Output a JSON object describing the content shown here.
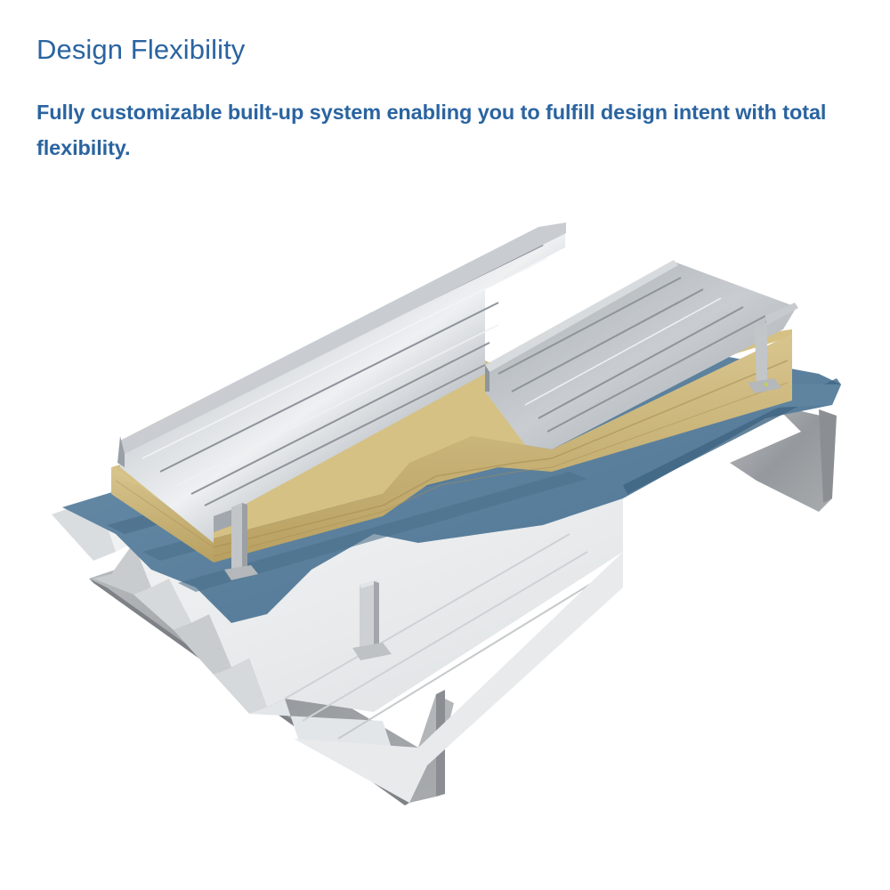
{
  "header": {
    "title": "Design Flexibility",
    "description": "Fully customizable built-up system enabling you to fulfill design intent with total flexibility."
  },
  "illustration": {
    "subject": "built-up standing seam metal roof system",
    "layers": [
      "standing-seam-metal-panels",
      "mineral-wool-insulation",
      "blue-vapor-membrane",
      "white-liner-deck",
      "halter-clips",
      "galvanized-z-purlins"
    ],
    "colors": {
      "text": "#2a64a0",
      "metal_panel": "#b9bec4",
      "metal_panel_highlight": "#e6e9ec",
      "metal_panel_shadow": "#8d939a",
      "insulation": "#cdb77a",
      "insulation_side": "#b89d5c",
      "membrane": "#5a7f9c",
      "membrane_dark": "#43677f",
      "liner_deck": "#eceeef",
      "liner_shadow": "#c9ccce",
      "purlin": "#a5a8ab",
      "purlin_dark": "#85898c",
      "clip": "#c5c9cc"
    }
  }
}
